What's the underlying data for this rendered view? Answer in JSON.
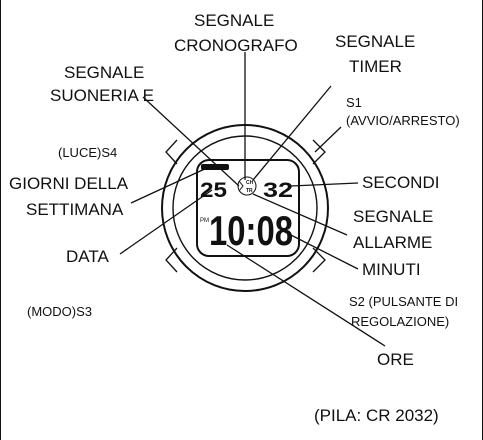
{
  "labels": {
    "segnale_cronografo_1": "SEGNALE",
    "segnale_cronografo_2": "CRONOGRAFO",
    "segnale_timer_1": "SEGNALE",
    "segnale_timer_2": "TIMER",
    "segnale_suoneria_1": "SEGNALE",
    "segnale_suoneria_2": "SUONERIA E",
    "s1_1": "S1",
    "s1_2": "(AVVIO/ARRESTO)",
    "s4": "(LUCE)S4",
    "giorni_1": "GIORNI DELLA",
    "giorni_2": "SETTIMANA",
    "secondi": "SECONDI",
    "segnale_allarme_1": "SEGNALE",
    "segnale_allarme_2": "ALLARME",
    "data": "DATA",
    "minuti": "MINUTI",
    "s3": "(MODO)S3",
    "s2_1": "S2 (PULSANTE DI",
    "s2_2": "REGOLAZIONE)",
    "ore": "ORE",
    "pila": "(PILA: CR 2032)"
  },
  "display": {
    "date": "25",
    "seconds": "32",
    "time": "10:08",
    "pm": "PM",
    "ch": "CH",
    "tr": "TR"
  }
}
